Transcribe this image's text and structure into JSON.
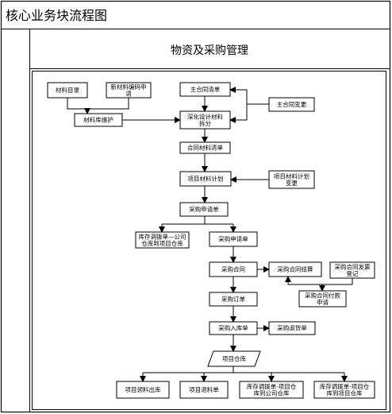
{
  "page_title": "核心业务块流程图",
  "section_title": "物资及采购管理",
  "nodes": {
    "material_catalog": [
      "材料目录"
    ],
    "new_material_code_request": [
      "新材料编码申",
      "请"
    ],
    "material_library_maintenance": [
      "材料库维护"
    ],
    "main_contract_list": [
      "主合同清单"
    ],
    "main_contract_change": [
      "主合同变更"
    ],
    "deepened_design_material_split": [
      "深化设计材料",
      "拆分"
    ],
    "contract_material_list": [
      "合同材料清单"
    ],
    "project_material_plan": [
      "项目材料计划"
    ],
    "project_material_plan_change": [
      "项目材料计划",
      "变更"
    ],
    "purchase_request_form": [
      "采购申请单"
    ],
    "inventory_transfer_company_to_project": [
      "库存调拨单—公司",
      "仓库到项目仓库"
    ],
    "purchase_request_list": [
      "采购申请单"
    ],
    "purchase_contract": [
      "采购合同"
    ],
    "purchase_contract_settlement": [
      "采购合同结算"
    ],
    "purchase_contract_invoice_registration": [
      "采购合同发票",
      "登记"
    ],
    "purchase_contract_payment_request": [
      "采购合同付款",
      "申请"
    ],
    "purchase_order": [
      "采购订单"
    ],
    "purchase_receipt": [
      "采购入库单"
    ],
    "purchase_return": [
      "采购退货单"
    ],
    "project_warehouse": [
      "项目仓库"
    ],
    "project_material_issue": [
      "项目领料出库"
    ],
    "project_material_return": [
      "项目退料单"
    ],
    "inventory_transfer_project_to_company": [
      "库存调拨单-项目仓",
      "库到公司仓库"
    ],
    "inventory_transfer_project_to_project": [
      "库存调拨单-项目仓",
      "库到项目仓库"
    ]
  }
}
